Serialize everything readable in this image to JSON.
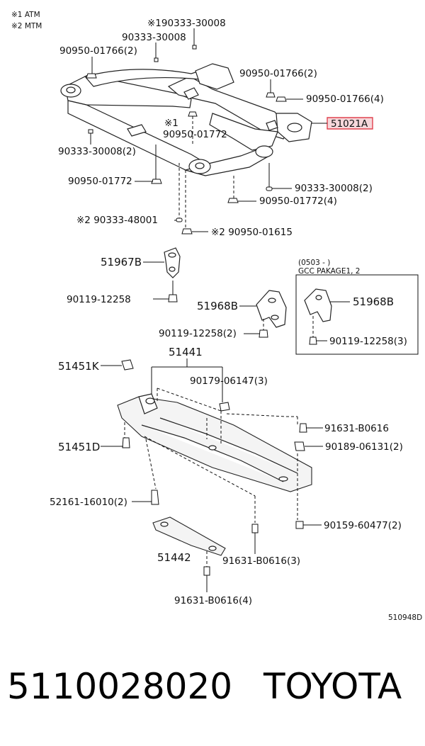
{
  "notes": {
    "atm": "※1 ATM",
    "mtm": "※2 MTM"
  },
  "frame_labels": {
    "l1": "※190333-30008",
    "l2": "90333-30008",
    "l3": "90950-01766(2)",
    "l4": "90950-01766(2)",
    "l5": "90950-01766(4)",
    "l6": "51021A",
    "l7": "※1",
    "l8": "90950-01772",
    "l9": "90333-30008(2)",
    "l10": "90950-01772",
    "l11": "90333-30008(2)",
    "l12": "90950-01772(4)",
    "l13": "※2 90333-48001",
    "l14": "※2 90950-01615"
  },
  "bracket_labels": {
    "b1": "51967B",
    "b2": "90119-12258",
    "b3": "51968B",
    "b4": "90119-12258(2)",
    "box_date": "(0503 -      )",
    "box_pkg": "GCC PAKAGE1, 2",
    "b5": "51968B",
    "b6": "90119-12258(3)"
  },
  "cover_labels": {
    "c1": "51441",
    "c2": "51451K",
    "c3": "90179-06147(3)",
    "c4": "91631-B0616",
    "c5": "51451D",
    "c6": "90189-06131(2)",
    "c7": "52161-16010(2)",
    "c8": "90159-60477(2)",
    "c9": "51442",
    "c10": "91631-B0616(3)",
    "c11": "91631-B0616(4)"
  },
  "diagram_code": "510948D",
  "footer": {
    "part_number": "5110028020",
    "brand": "TOYOTA"
  },
  "colors": {
    "highlight_fill": "#f6d8db",
    "highlight_border": "#e0424f",
    "line": "#111111"
  }
}
